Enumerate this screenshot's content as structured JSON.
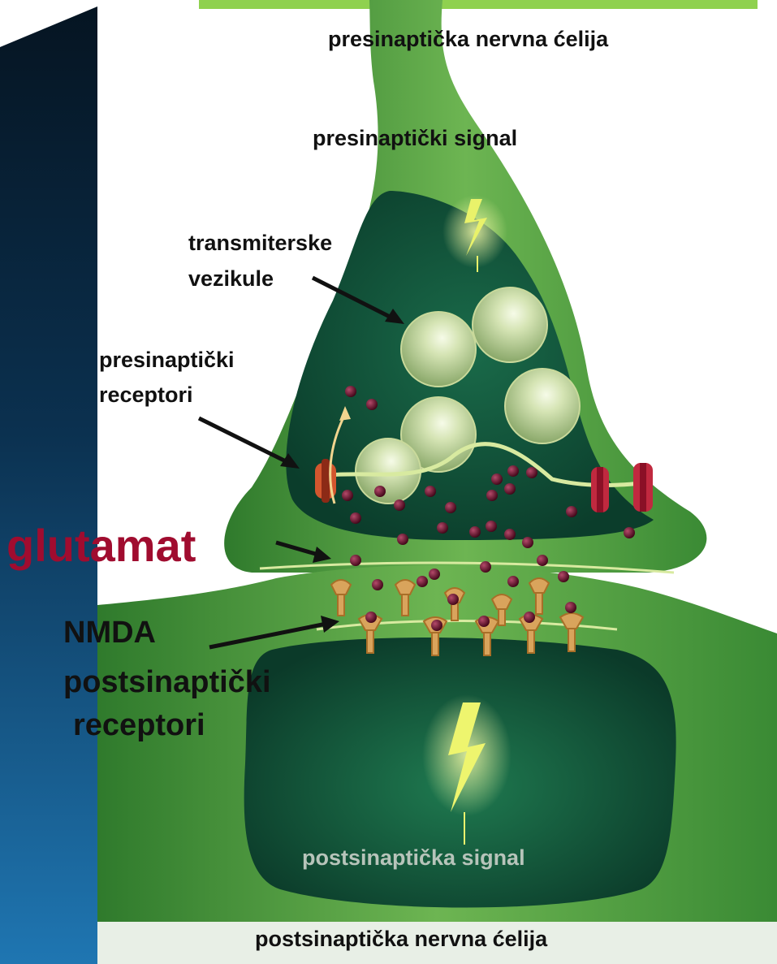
{
  "labels": {
    "presynaptic_cell": "presinaptička nervna ćelija",
    "presynaptic_signal": "presinaptički signal",
    "vesicles_line1": "transmiterske",
    "vesicles_line2": "vezikule",
    "pre_receptors_line1": "presinaptički",
    "pre_receptors_line2": "receptori",
    "glutamate": "glutamat",
    "nmda_line1": "NMDA",
    "nmda_line2": "postsinaptički",
    "nmda_line3": "receptori",
    "postsynaptic_signal": "postsinaptička signal",
    "postsynaptic_cell": "postsinaptička  nervna ćelija"
  },
  "colors": {
    "glutamate_text": "#a00c2f",
    "membrane_green": "#4f9a3d",
    "interior_dark": "#0f4a34",
    "accent_bar": "#8fd14f",
    "left_panel_dark": "#061c2b",
    "left_panel_light": "#1d6fa8",
    "vesicle_dot": "#5a0a22",
    "receptor_red": "#c0293f",
    "lightning": "#e9f26a"
  }
}
